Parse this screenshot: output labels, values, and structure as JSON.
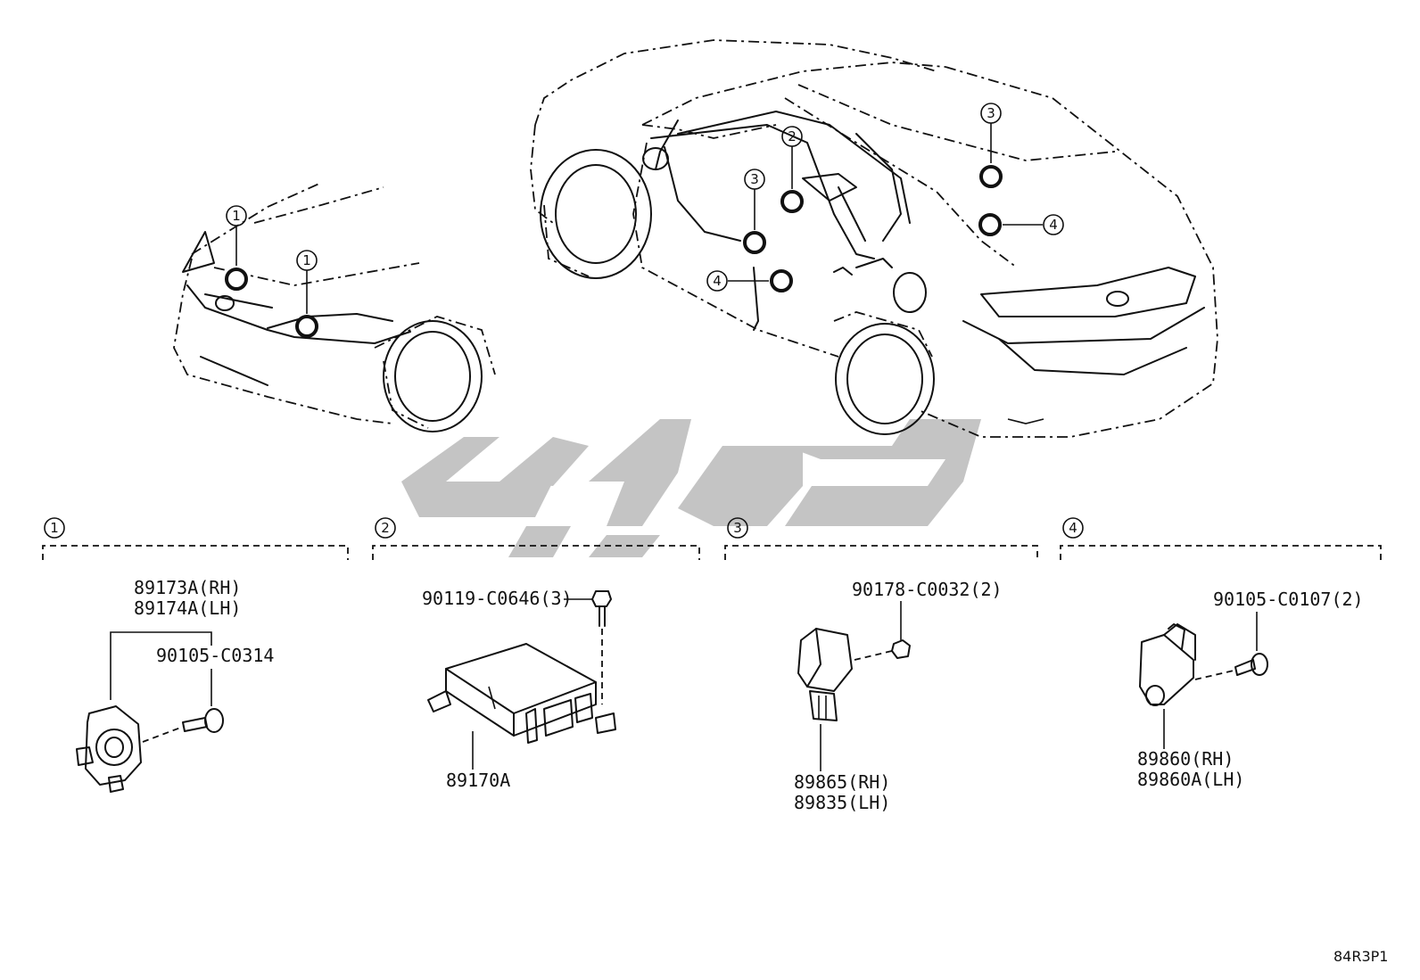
{
  "markers": {
    "m1": "1",
    "m2": "2",
    "m3": "3",
    "m4": "4"
  },
  "groups": [
    {
      "label": "1"
    },
    {
      "label": "2"
    },
    {
      "label": "3"
    },
    {
      "label": "4"
    }
  ],
  "parts": {
    "g1_sensor_rh": "89173A(RH)",
    "g1_sensor_lh": "89174A(LH)",
    "g1_bolt": "90105-C0314",
    "g2_bolt": "90119-C0646(3)",
    "g2_ecu": "89170A",
    "g3_nut": "90178-C0032(2)",
    "g3_sensor_rh": "89865(RH)",
    "g3_sensor_lh": "89835(LH)",
    "g4_bolt": "90105-C0107(2)",
    "g4_sensor_rh": "89860(RH)",
    "g4_sensor_lh": "89860A(LH)"
  },
  "diagram_code": "84R3P1",
  "colors": {
    "line": "#111111",
    "watermark": "#c4c4c4"
  }
}
